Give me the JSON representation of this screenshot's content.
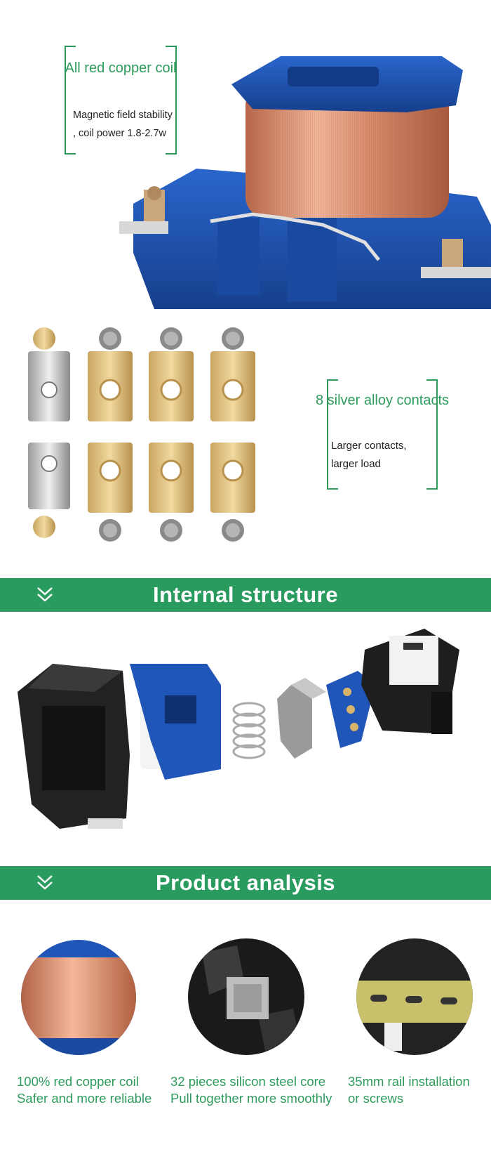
{
  "coil_callout": {
    "title": "All red copper coil",
    "line1": "Magnetic field stability",
    "line2": ", coil power 1.8-2.7w"
  },
  "contacts_callout": {
    "title": "8 silver alloy contacts",
    "line1": "Larger contacts,",
    "line2": "larger load"
  },
  "sections": {
    "internal": "Internal structure",
    "analysis": "Product analysis"
  },
  "features": [
    {
      "line1": "100% red copper coil",
      "line2": "Safer and more reliable"
    },
    {
      "line1": "32 pieces silicon steel core",
      "line2": "Pull together more smoothly"
    },
    {
      "line1": "35mm rail installation",
      "line2": "or screws"
    }
  ],
  "colors": {
    "accent_green": "#2a9b5e",
    "coil_blue": "#1f56b8",
    "copper": "#d58a68",
    "brass": "#d9b56b"
  },
  "icons": [
    "double-chevron-down-icon"
  ]
}
